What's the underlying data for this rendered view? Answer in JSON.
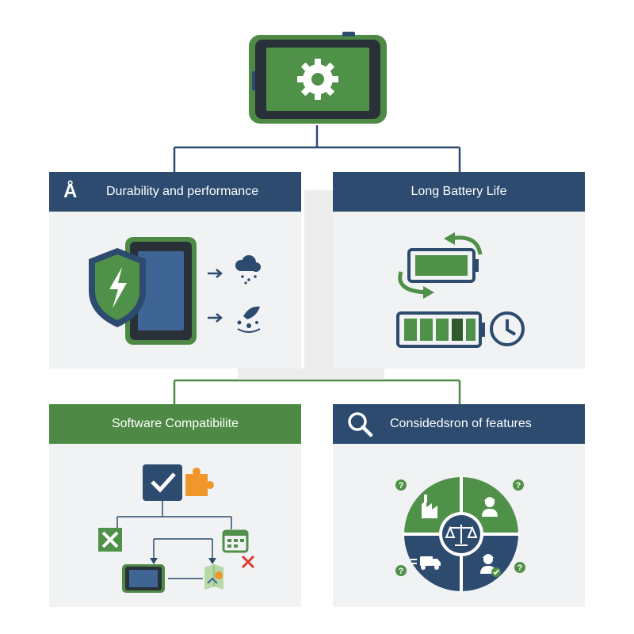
{
  "colors": {
    "navy": "#2c4b6e",
    "green": "#4e8a45",
    "panel_bg": "#f1f2f3",
    "orange": "#f0962b",
    "red": "#d93a2b"
  },
  "root": {
    "icon": "gear-icon"
  },
  "panels": [
    {
      "title": "Durability and performance",
      "title_icon_glyph": "Å",
      "icon": "shield-tablet-weather-icon"
    },
    {
      "title": "Long Battery Life",
      "icon": "battery-cycle-clock-icon"
    },
    {
      "title": "Software Compatibilite",
      "icon": "software-compatibility-flow-icon"
    },
    {
      "title": "Considedsron of features",
      "icon": "search-icon"
    }
  ]
}
